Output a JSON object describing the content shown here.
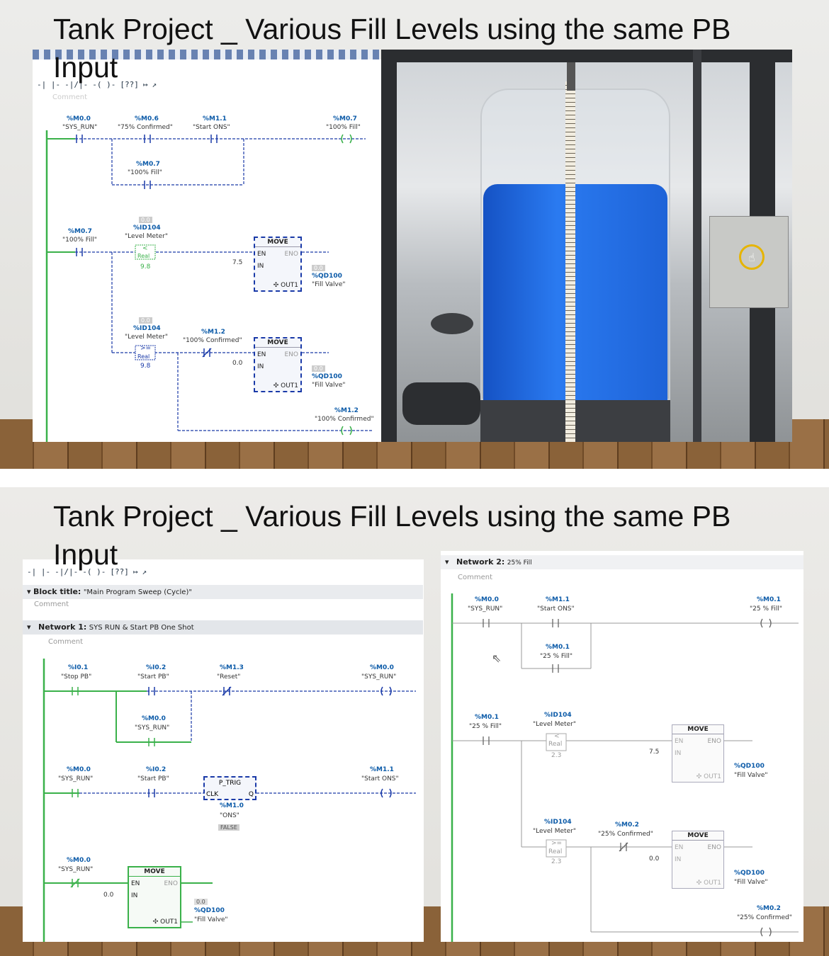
{
  "slides": [
    {
      "title": "Tank Project _ Various Fill Levels using the same PB Input"
    },
    {
      "title": "Tank Project _ Various Fill Levels using the same PB Input"
    }
  ],
  "toolbar": {
    "icons": [
      "contact-no-icon",
      "contact-nc-icon",
      "coil-icon",
      "empty-box-icon",
      "open-branch-icon",
      "close-branch-icon"
    ],
    "empty_box_label": "??"
  },
  "net_top": {
    "comment": "Comment",
    "r1": {
      "c1_addr": "%M0.0",
      "c1_tag": "\"SYS_RUN\"",
      "c2_addr": "%M0.6",
      "c2_tag": "\"75% Confirmed\"",
      "c3_addr": "%M1.1",
      "c3_tag": "\"Start ONS\"",
      "coil_addr": "%M0.7",
      "coil_tag": "\"100% Fill\"",
      "branch_addr": "%M0.7",
      "branch_tag": "\"100% Fill\""
    },
    "r2": {
      "c1_addr": "%M0.7",
      "c1_tag": "\"100% Fill\"",
      "cmp_val": "0.0",
      "cmp_addr": "%ID104",
      "cmp_tag": "\"Level Meter\"",
      "cmp_op": "<",
      "cmp_type": "Real",
      "cmp_const": "9.8",
      "move_title": "MOVE",
      "move_in": "7.5",
      "out_val": "0.0",
      "out_addr": "%QD100",
      "out_tag": "\"Fill Valve\""
    },
    "r3": {
      "cmp_val": "0.0",
      "cmp_addr": "%ID104",
      "cmp_tag": "\"Level Meter\"",
      "cmp_op": ">=",
      "cmp_type": "Real",
      "cmp_const": "9.8",
      "c_addr": "%M1.2",
      "c_tag": "\"100% Confirmed\"",
      "move_title": "MOVE",
      "move_in": "0.0",
      "out_val": "0.0",
      "out_addr": "%QD100",
      "out_tag": "\"Fill Valve\"",
      "coil_addr": "%M1.2",
      "coil_tag": "\"100% Confirmed\""
    }
  },
  "net_left": {
    "block_title_label": "Block title:",
    "block_title": "\"Main Program Sweep (Cycle)\"",
    "block_comment": "Comment",
    "network_label": "Network 1:",
    "network_name": "SYS RUN & Start PB One Shot",
    "network_comment": "Comment",
    "r1": {
      "c1_addr": "%I0.1",
      "c1_tag": "\"Stop PB\"",
      "c2_addr": "%I0.2",
      "c2_tag": "\"Start PB\"",
      "c3_addr": "%M1.3",
      "c3_tag": "\"Reset\"",
      "coil_addr": "%M0.0",
      "coil_tag": "\"SYS_RUN\"",
      "branch_addr": "%M0.0",
      "branch_tag": "\"SYS_RUN\""
    },
    "r2": {
      "c1_addr": "%M0.0",
      "c1_tag": "\"SYS_RUN\"",
      "c2_addr": "%I0.2",
      "c2_tag": "\"Start PB\"",
      "trig_title": "P_TRIG",
      "trig_clk": "CLK",
      "trig_q": "Q",
      "trig_addr": "%M1.0",
      "trig_tag": "\"ONS\"",
      "trig_state": "FALSE",
      "coil_addr": "%M1.1",
      "coil_tag": "\"Start ONS\""
    },
    "r3": {
      "c1_addr": "%M0.0",
      "c1_tag": "\"SYS_RUN\"",
      "move_title": "MOVE",
      "move_in": "0.0",
      "out_val": "0.0",
      "out_addr": "%QD100",
      "out_tag": "\"Fill Valve\""
    }
  },
  "net_right": {
    "network_label": "Network 2:",
    "network_name": "25% Fill",
    "comment": "Comment",
    "r1": {
      "c1_addr": "%M0.0",
      "c1_tag": "\"SYS_RUN\"",
      "c2_addr": "%M1.1",
      "c2_tag": "\"Start ONS\"",
      "coil_addr": "%M0.1",
      "coil_tag": "\"25 % Fill\"",
      "branch_addr": "%M0.1",
      "branch_tag": "\"25 % Fill\""
    },
    "r2": {
      "c1_addr": "%M0.1",
      "c1_tag": "\"25 % Fill\"",
      "cmp_addr": "%ID104",
      "cmp_tag": "\"Level Meter\"",
      "cmp_op": "<",
      "cmp_type": "Real",
      "cmp_const": "2.3",
      "move_title": "MOVE",
      "move_in": "7.5",
      "out_addr": "%QD100",
      "out_tag": "\"Fill Valve\""
    },
    "r3": {
      "cmp_addr": "%ID104",
      "cmp_tag": "\"Level Meter\"",
      "cmp_op": ">=",
      "cmp_type": "Real",
      "cmp_const": "2.3",
      "c_addr": "%M0.2",
      "c_tag": "\"25% Confirmed\"",
      "move_title": "MOVE",
      "move_in": "0.0",
      "out_addr": "%QD100",
      "out_tag": "\"Fill Valve\"",
      "coil_addr": "%M0.2",
      "coil_tag": "\"25% Confirmed\""
    }
  },
  "colors": {
    "accent": "#1a3aa8",
    "power": "#3ab14a",
    "water": "#1f6fe0"
  }
}
